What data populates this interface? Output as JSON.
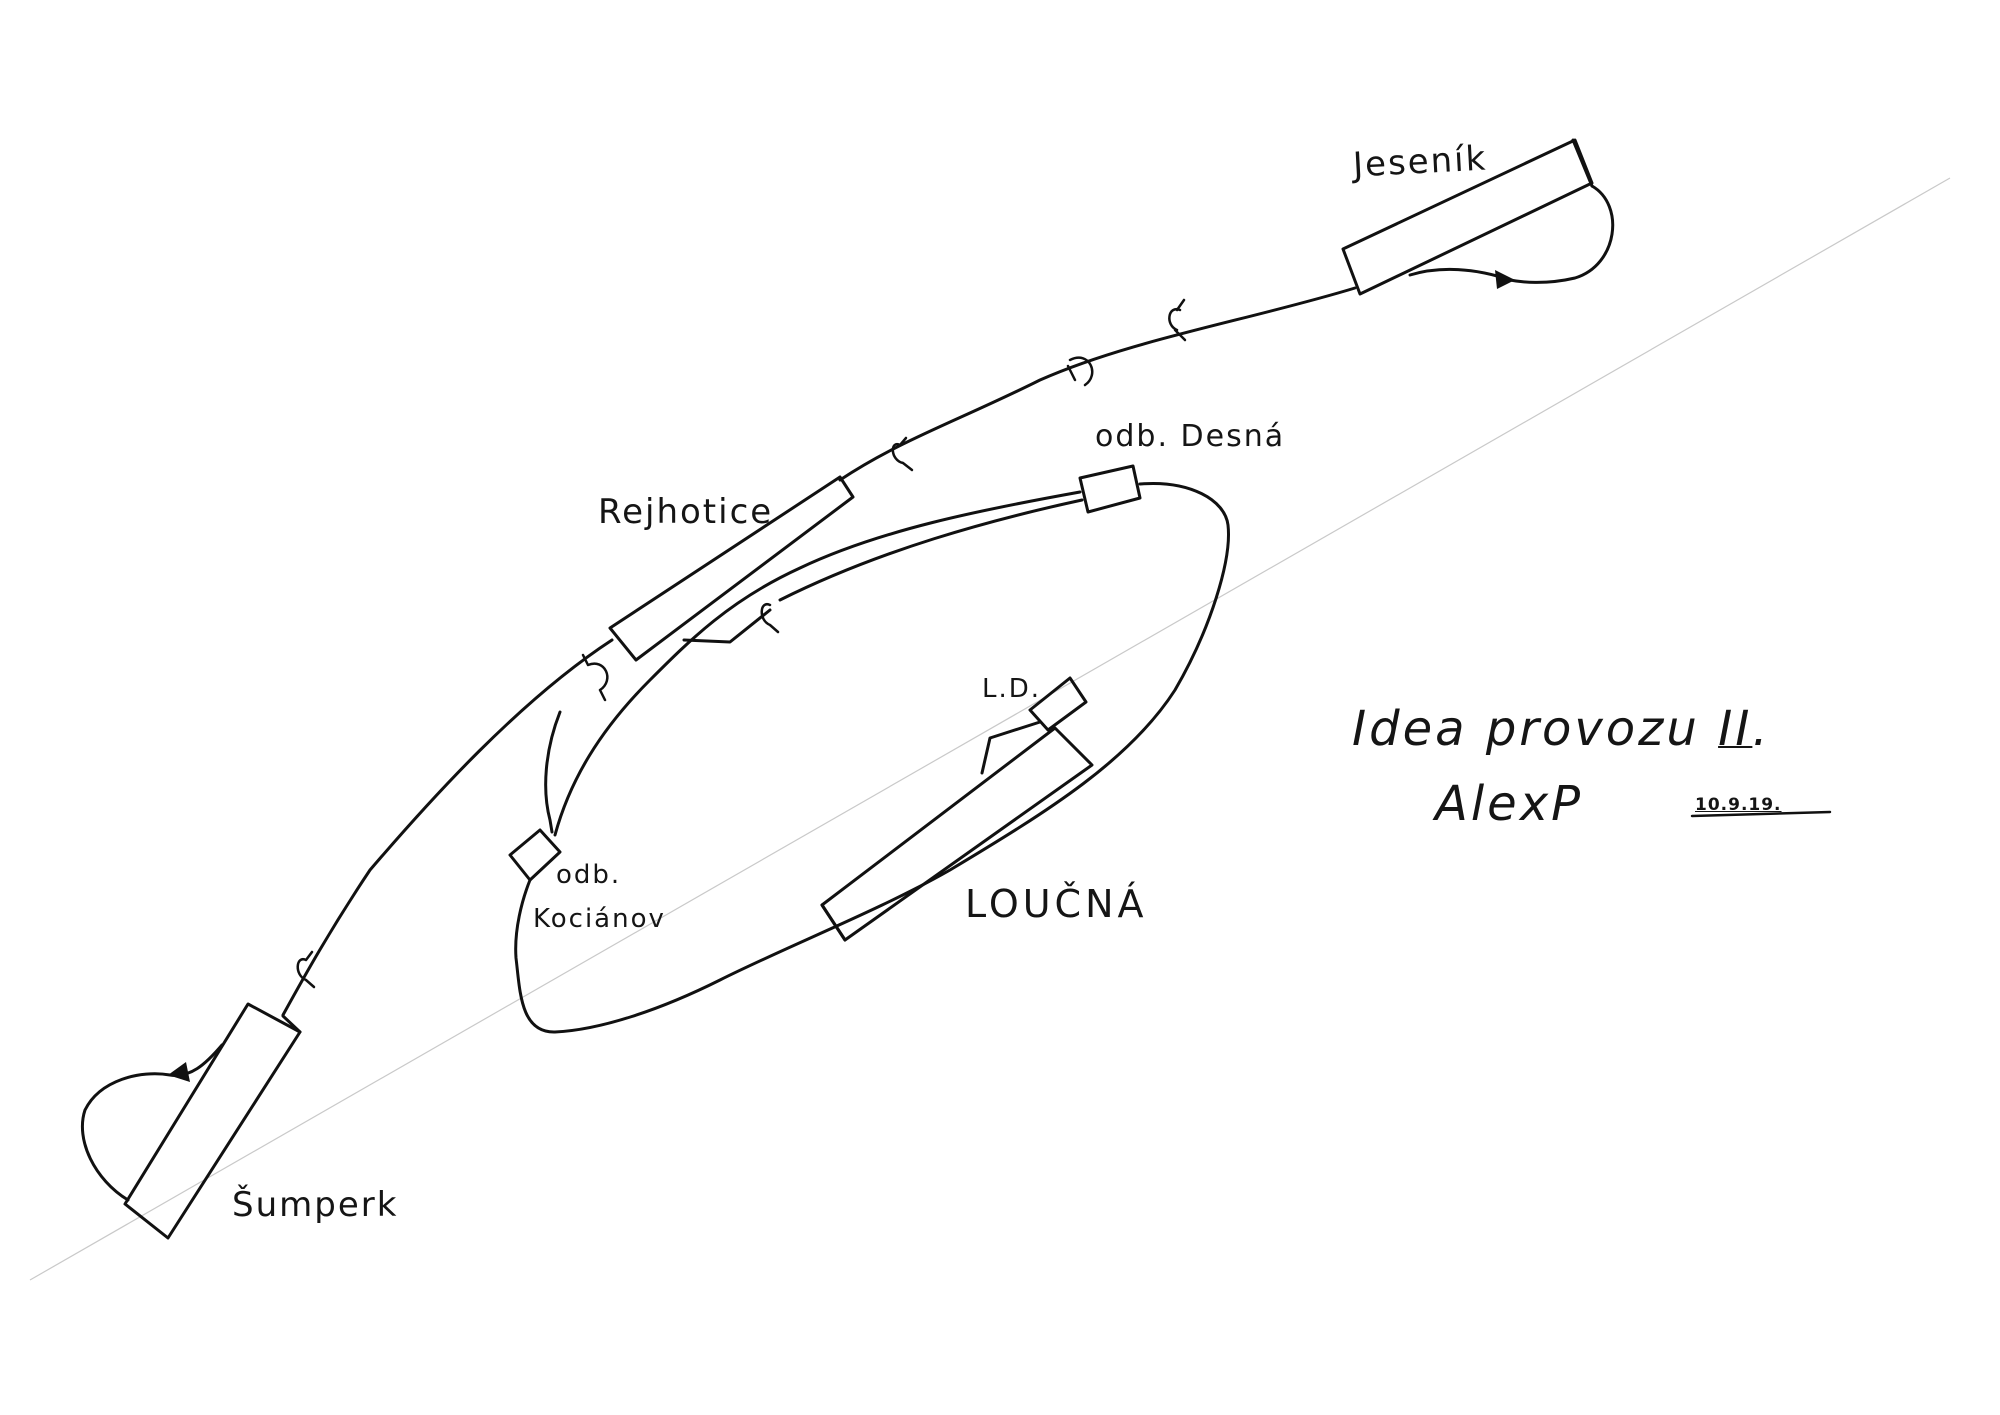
{
  "diagram": {
    "stations": {
      "jesenik": "Jeseník",
      "rejhotice": "Rejhotice",
      "sumperk": "Šumperk",
      "loucna": "LOUČNÁ",
      "ld": "L.D.",
      "desna": "odb. Desná",
      "kocianov_line1": "odb.",
      "kocianov_line2": "Kociánov"
    },
    "note": {
      "title": "Idea provozu",
      "title_roman": "II",
      "title_dot": ".",
      "author": "AlexP",
      "date": "10.9.19."
    }
  }
}
